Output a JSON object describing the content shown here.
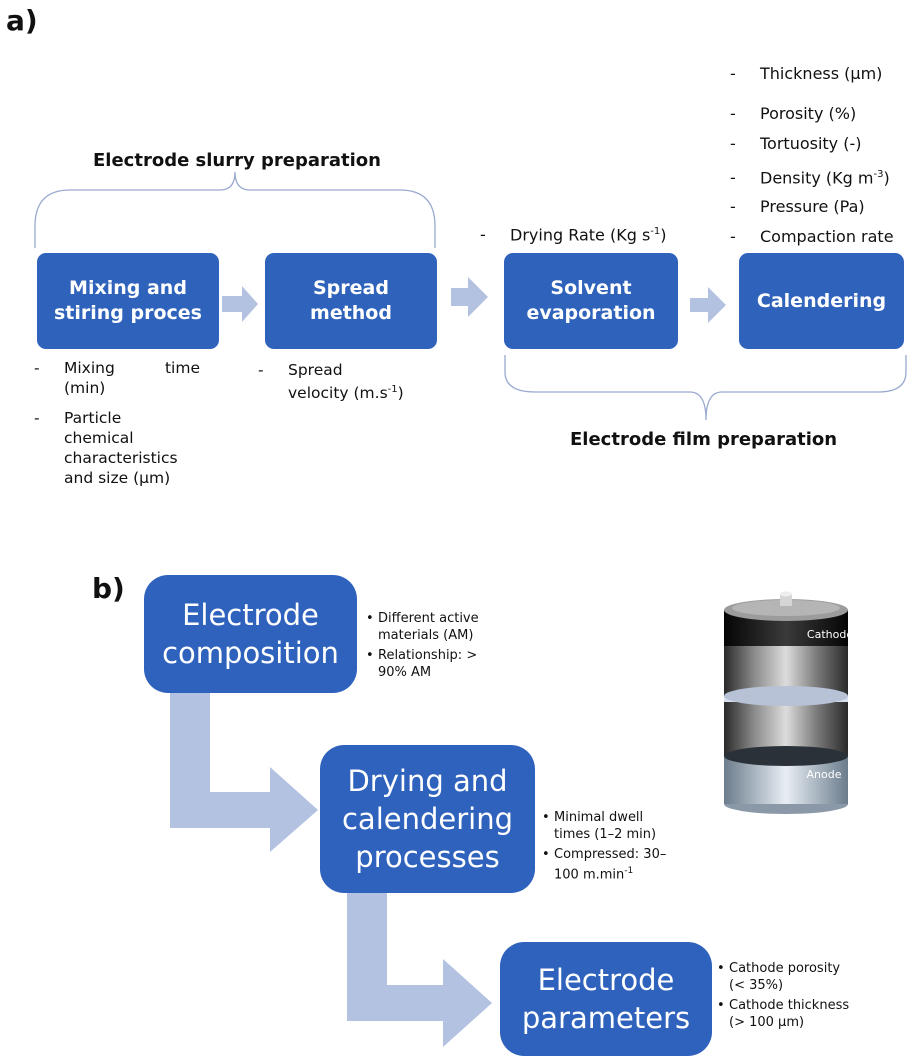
{
  "panel_a": {
    "label": "a)",
    "group_top": "Electrode slurry preparation",
    "group_bottom": "Electrode film preparation",
    "boxes": [
      "Mixing and\nstiring proces",
      "Spread\nmethod",
      "Solvent\nevaporation",
      "Calendering"
    ],
    "calendering_params": [
      "Thickness (μm)",
      "Porosity (%)",
      "Tortuosity (-)",
      "Density (Kg m",
      "Pressure (Pa)",
      "Compaction rate"
    ],
    "density_sup": "-3",
    "drying": {
      "text": "Drying Rate (Kg s",
      "sup": "-1",
      "close": ")"
    },
    "mixing_params": [
      {
        "lines": [
          "Mixing",
          "time",
          "(min)"
        ]
      },
      {
        "lines": [
          "Particle",
          "chemical",
          "characteristics",
          "and size (μm)"
        ]
      }
    ],
    "spread_params": {
      "line1": "Spread",
      "line2": "velocity (m.s",
      "sup": "-1",
      "close": ")"
    },
    "dash": "-"
  },
  "panel_b": {
    "label": "b)",
    "boxes": [
      "Electrode\ncomposition",
      "Drying and\ncalendering\nprocesses",
      "Electrode\nparameters"
    ],
    "bullets_1": [
      "Different active materials (AM)",
      "Relationship: > 90% AM"
    ],
    "bullets_2": [
      "Minimal dwell times (1–2 min)",
      "Compressed: 30–100 m.min"
    ],
    "bullet_2_sup": "-1",
    "bullets_3": [
      "Cathode porosity (< 35%)",
      "Cathode thickness (> 100 μm)"
    ],
    "bullet_symbol": "•",
    "cell": {
      "top_label": "Cathode",
      "bottom_label": "Anode"
    }
  },
  "colors": {
    "box": "#2f63bb",
    "arrow": "#b4c2e2",
    "brace": "#9aa9cf",
    "text": "#111111"
  }
}
